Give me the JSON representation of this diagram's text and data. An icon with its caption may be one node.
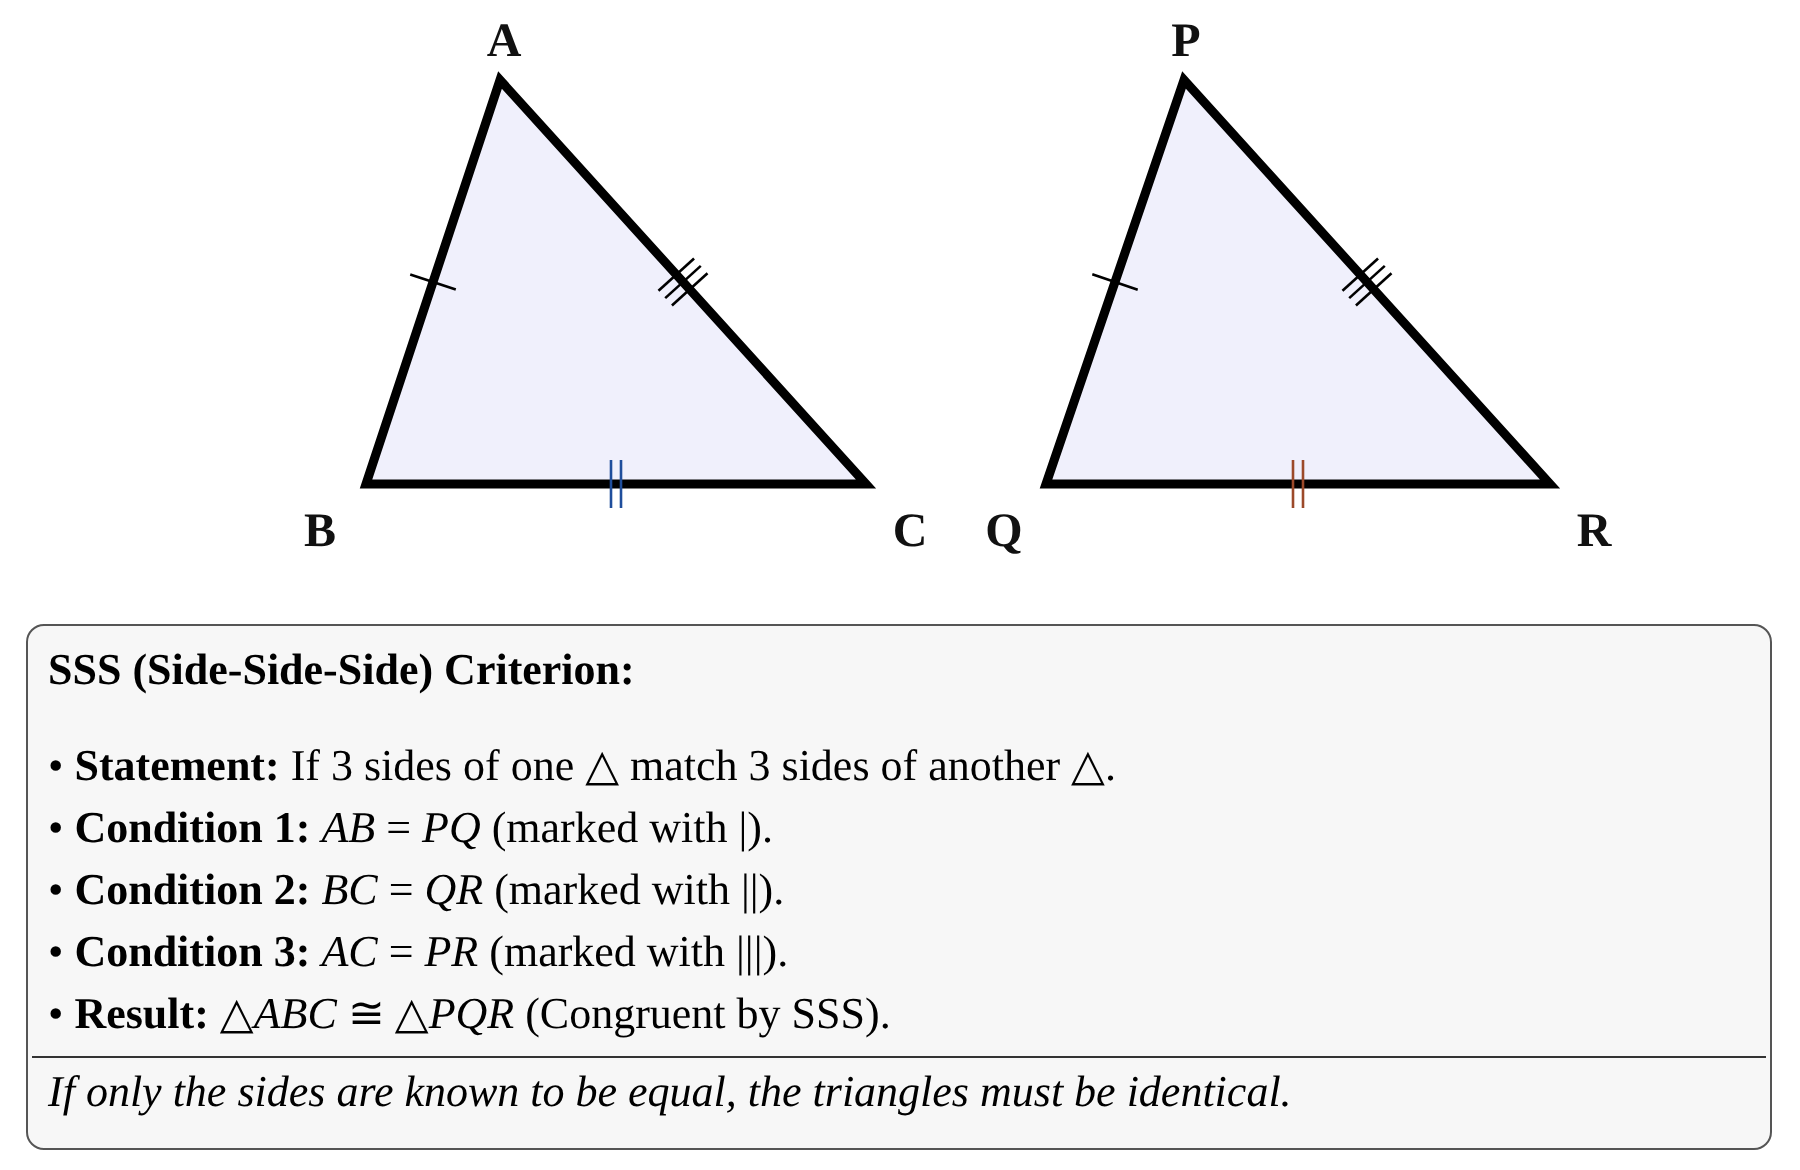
{
  "diagram": {
    "nodes": [
      {
        "text": [
          "SSS (Side-Side-Side) Criterion:",
          "• **Statement:** If 3 sides of one △ match 3 sides of another △.",
          "• **Condition 1:** *AB* = *PQ* (marked with |).",
          "• **Condition 2:** *BC* = *QR* (marked with ||).",
          "• **Condition 3:** *AC* = *PR* (marked with |||).",
          "• **Result:** △*ABC* ≅ △*PQR* (Congruent by SSS).",
          "If only the sides are known to be equal, the triangles must be identical."
        ]
      }
    ],
    "labels": [
      "A",
      "P",
      "B",
      "C",
      "Q",
      "R"
    ]
  }
}
